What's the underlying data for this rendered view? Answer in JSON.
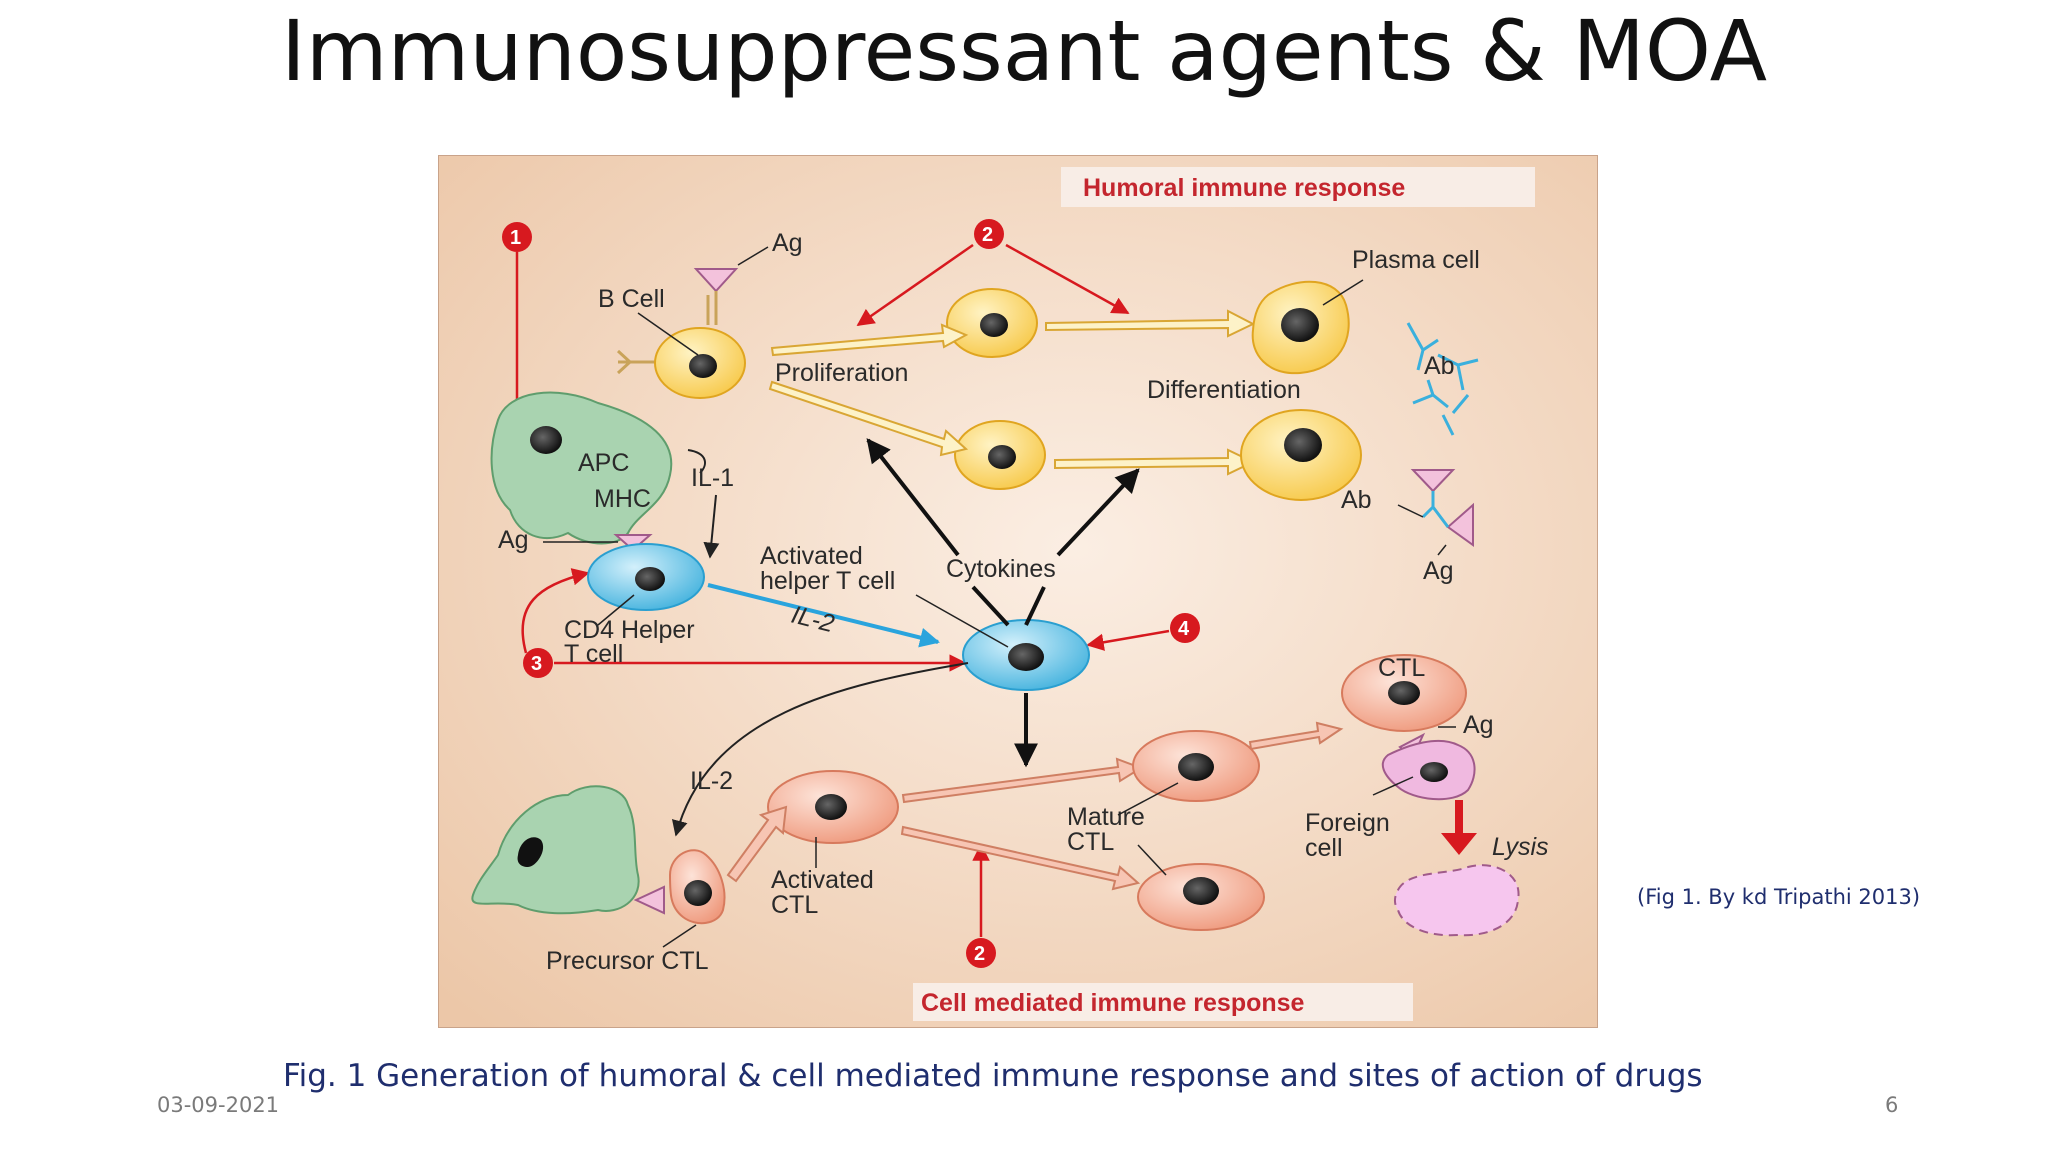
{
  "slide": {
    "title": "Immunosuppressant agents & MOA",
    "caption": "Fig. 1  Generation of humoral & cell mediated immune response and sites of action of drugs",
    "credit": "(Fig 1. By kd Tripathi 2013)",
    "date": "03-09-2021",
    "page_number": "6"
  },
  "figure": {
    "humoral_header": "Humoral immune response",
    "cell_mediated_header": "Cell mediated immune response",
    "labels": {
      "ag_top": "Ag",
      "b_cell": "B Cell",
      "proliferation": "Proliferation",
      "plasma_cell": "Plasma cell",
      "differentiation": "Differentiation",
      "ab_top": "Ab",
      "ab_mid": "Ab",
      "ag_right": "Ag",
      "apc": "APC",
      "mhc": "MHC",
      "il1": "IL-1",
      "ag_left": "Ag",
      "activated_helper_line1": "Activated",
      "activated_helper_line2": "helper T cell",
      "cytokines": "Cytokines",
      "cd4_line1": "CD4 Helper",
      "cd4_line2": "T cell",
      "il2_blue": "IL-2",
      "ctl_top": "CTL",
      "ag_ctl": "Ag",
      "il2_lower": "IL-2",
      "mature_line1": "Mature",
      "mature_line2": "CTL",
      "foreign_line1": "Foreign",
      "foreign_line2": "cell",
      "lysis": "Lysis",
      "activated_ctl_line1": "Activated",
      "activated_ctl_line2": "CTL",
      "precursor_ctl": "Precursor CTL"
    },
    "drug_sites": [
      "1",
      "2",
      "3",
      "4",
      "2"
    ]
  },
  "colors": {
    "panel_bg": "#f3dcc8",
    "b_cell_fill": "#fbe08c",
    "helper_fill": "#7cc9e6",
    "ctl_fill": "#f4a98e",
    "apc_fill": "#a9d3b0",
    "drug_marker": "#d7191f",
    "header_text": "#c4262e",
    "caption_text": "#1f2e6e"
  }
}
